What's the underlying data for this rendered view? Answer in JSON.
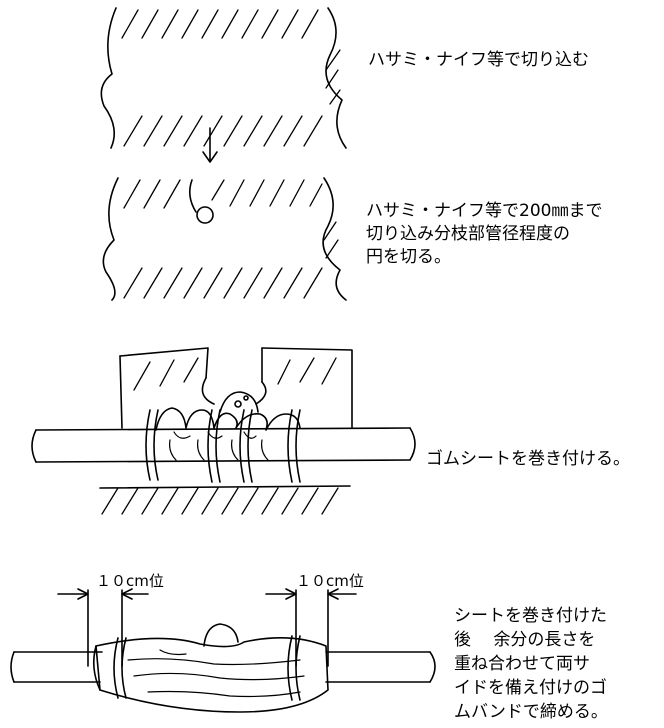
{
  "steps": [
    {
      "caption": "ハサミ・ナイフ等で切り込む"
    },
    {
      "caption_lines": [
        "ハサミ・ナイフ等で200㎜まで",
        "切り込み分枝部管径程度の",
        "円を切る。"
      ]
    },
    {
      "caption": "ゴムシートを巻き付ける。"
    },
    {
      "caption_lines": [
        "シートを巻き付けた",
        "後　 余分の長さを",
        "重ね合わせて両サ",
        "イドを備え付けのゴ",
        "ムバンドで締める。"
      ],
      "dim_left": "１０cm位",
      "dim_right": "１０cm位"
    }
  ]
}
